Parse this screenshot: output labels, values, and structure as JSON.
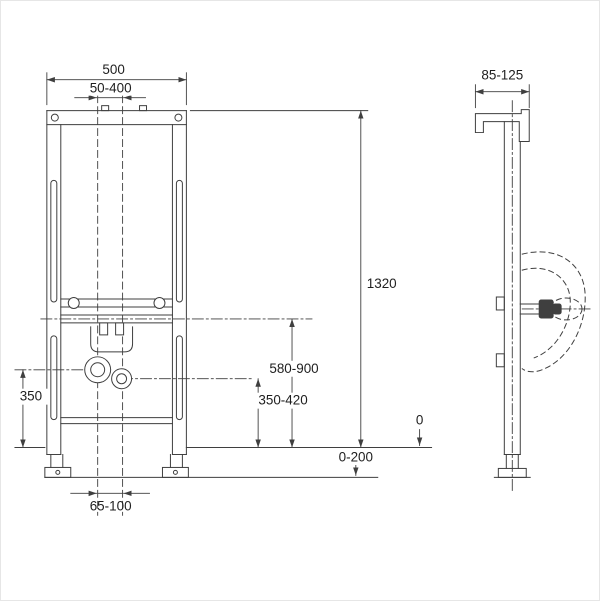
{
  "colors": {
    "line": "#3f3f3f",
    "text": "#1f1f1f",
    "background": "#ffffff"
  },
  "dims": {
    "frame_width": "500",
    "anchor_spacing": "50-400",
    "frame_height": "1320",
    "connection_height": "580-900",
    "fixing_height": "350-420",
    "left_height": "350",
    "floor_level": "0",
    "foot_adjust": "0-200",
    "drain_spacing": "65-100",
    "wall_depth": "85-125"
  }
}
